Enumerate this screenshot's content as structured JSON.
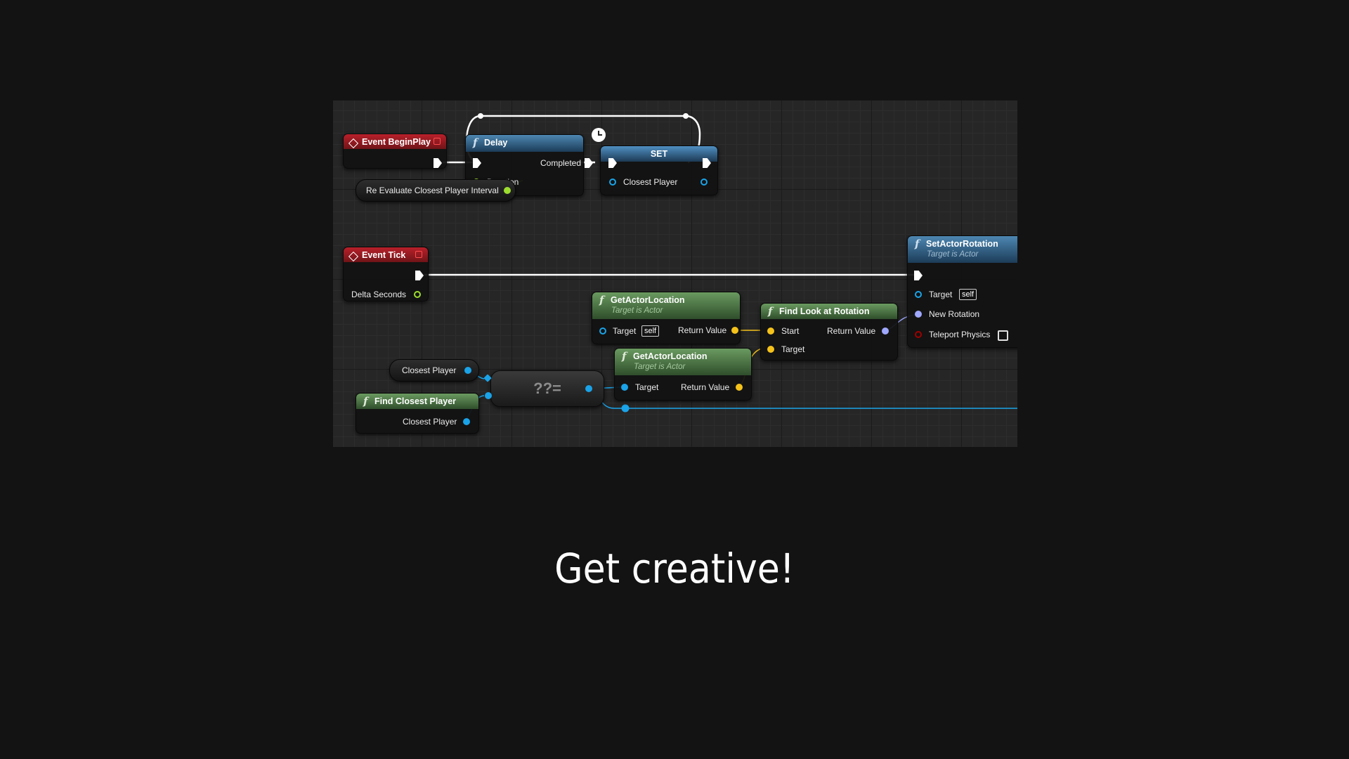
{
  "graph": {
    "nodes": {
      "event_beginplay": {
        "title": "Event BeginPlay"
      },
      "delay": {
        "title": "Delay",
        "completed": "Completed",
        "duration": "Duration"
      },
      "set": {
        "title": "SET",
        "closest_player": "Closest Player"
      },
      "reevaluate_var": {
        "label": "Re Evaluate Closest Player Interval"
      },
      "event_tick": {
        "title": "Event Tick",
        "delta_seconds": "Delta Seconds"
      },
      "set_actor_rotation": {
        "title": "SetActorRotation",
        "subtitle": "Target is Actor",
        "target": "Target",
        "self_value": "self",
        "new_rotation": "New Rotation",
        "teleport_physics": "Teleport Physics"
      },
      "get_actor_location_1": {
        "title": "GetActorLocation",
        "subtitle": "Target is Actor",
        "target": "Target",
        "self_value": "self",
        "return_value": "Return Value"
      },
      "find_look_at_rotation": {
        "title": "Find Look at Rotation",
        "start": "Start",
        "target": "Target",
        "return_value": "Return Value"
      },
      "get_actor_location_2": {
        "title": "GetActorLocation",
        "subtitle": "Target is Actor",
        "target": "Target",
        "return_value": "Return Value"
      },
      "closest_player_var": {
        "label": "Closest Player"
      },
      "is_valid": {
        "label": "??="
      },
      "find_closest_player": {
        "title": "Find Closest Player",
        "closest_player": "Closest Player"
      }
    }
  },
  "caption": "Get creative!",
  "colors": {
    "background": "#131313",
    "graph_background": "#262626",
    "exec_wire": "#ffffff",
    "object_pin": "#1aa3e8",
    "float_pin": "#9ddd2f",
    "vector_pin": "#f5c21b",
    "rotator_pin": "#9fa8ff",
    "bool_pin": "#a00000",
    "event_header": "#b8202a",
    "function_header": "#4d87b2",
    "pure_header": "#6a9a60"
  },
  "icons": [
    "event-diamond-icon",
    "function-icon",
    "delete-square-icon",
    "clock-icon",
    "exec-pin-icon"
  ]
}
